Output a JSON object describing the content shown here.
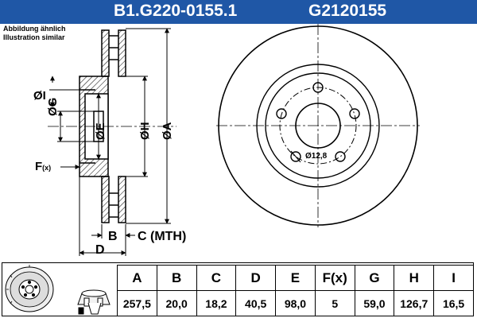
{
  "header": {
    "part_number": "B1.G220-0155.1",
    "alt_number": "G2120155"
  },
  "note": {
    "line1": "Abbildung ähnlich",
    "line2": "Illustration similar"
  },
  "drawing": {
    "labels": {
      "dia_i": "ØI",
      "dia_g": "ØG",
      "dia_e": "ØE",
      "dia_h": "ØH",
      "dia_a": "ØA",
      "f": "F",
      "f_sub": "(x)",
      "b": "B",
      "c": "C (MTH)",
      "d": "D",
      "hole": "Ø12,8"
    }
  },
  "spec_table": {
    "headers": [
      "A",
      "B",
      "C",
      "D",
      "E",
      "F(x)",
      "G",
      "H",
      "I"
    ],
    "values": [
      "257,5",
      "20,0",
      "18,2",
      "40,5",
      "98,0",
      "5",
      "59,0",
      "126,7",
      "16,5"
    ]
  },
  "colors": {
    "header_bg": "#1f57a6",
    "header_text": "#ffffff"
  }
}
